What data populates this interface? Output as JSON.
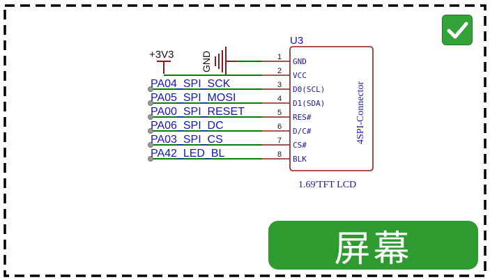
{
  "designator": "U3",
  "component_name": "4SPI-Connector",
  "component_value": "1.69'TFT LCD",
  "power_net": "+3V3",
  "ground_net": "GND",
  "pins": [
    {
      "number": "1",
      "name": "GND",
      "net": ""
    },
    {
      "number": "2",
      "name": "VCC",
      "net": ""
    },
    {
      "number": "3",
      "name": "D0(SCL)",
      "net": "PA04_SPI_SCK"
    },
    {
      "number": "4",
      "name": "D1(SDA)",
      "net": "PA05_SPI_MOSI"
    },
    {
      "number": "5",
      "name": "RES#",
      "net": "PA00_SPI_RESET"
    },
    {
      "number": "6",
      "name": "D/C#",
      "net": "PA06_SPI_DC"
    },
    {
      "number": "7",
      "name": "CS#",
      "net": "PA03_SPI_CS"
    },
    {
      "number": "8",
      "name": "BLK",
      "net": "PA42_LED_BL"
    }
  ],
  "section_label": "屏幕",
  "colors": {
    "wire": "#008000",
    "body": "#8b1a1a",
    "net_label": "#1515b5",
    "badge": "#2f9a2f",
    "border": "#000000"
  },
  "icons": {
    "status": "checkmark-icon"
  }
}
